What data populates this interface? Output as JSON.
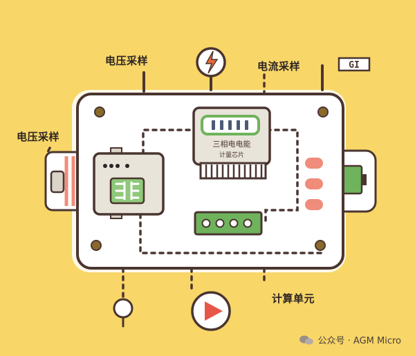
{
  "labels": {
    "voltage_sampling_top": "电压采样",
    "voltage_sampling_left": "电压采样",
    "current_sampling": "电流采样",
    "compute_unit": "计算单元"
  },
  "meter": {
    "title": "三相电电能",
    "subtitle": "计量芯片"
  },
  "logo_text": "GI",
  "footer": {
    "text": "公众号 · AGM Micro"
  },
  "icons": [
    "lightning-icon",
    "play-icon",
    "node-icon",
    "chip-icon",
    "connector-icon",
    "wechat-icon"
  ],
  "colors": {
    "background": "#F8D668",
    "board": "#FFFFFF",
    "outline": "#4A3530",
    "module_green": "#8FC87A",
    "indicator_salmon": "#F08C7A",
    "play_red": "#E8564A"
  }
}
